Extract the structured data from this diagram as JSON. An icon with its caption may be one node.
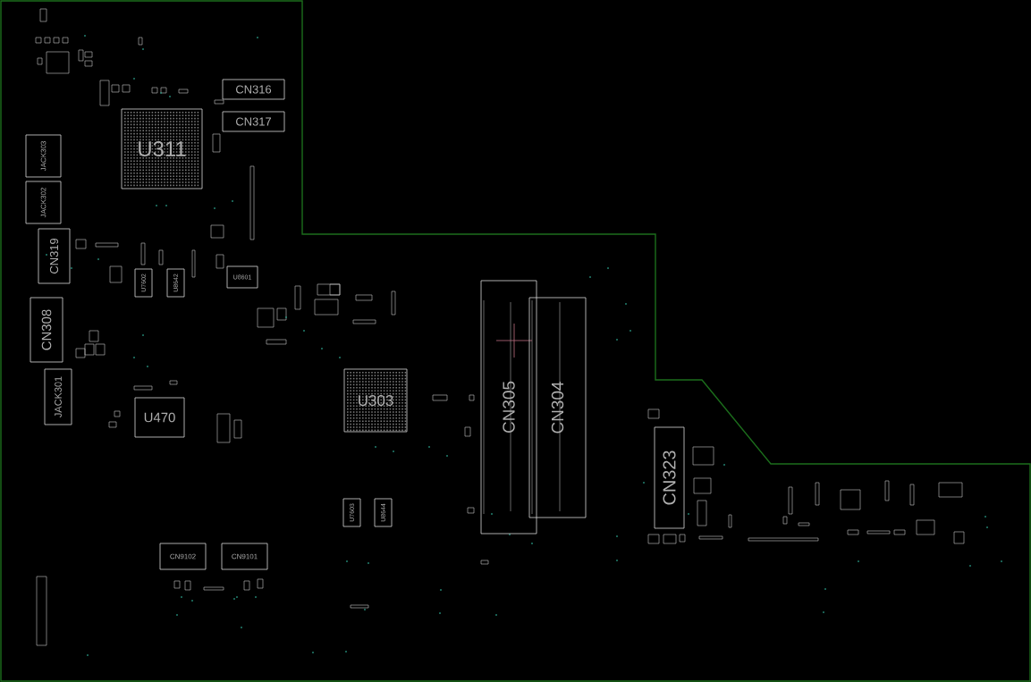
{
  "diagram": {
    "nodes": [
      {
        "text": [
          "CN316"
        ]
      },
      {
        "text": [
          "CN317"
        ]
      },
      {
        "text": [
          "U311"
        ]
      },
      {
        "text": [
          "JACK303"
        ]
      },
      {
        "text": [
          "JACK302"
        ]
      },
      {
        "text": [
          "CN319"
        ]
      },
      {
        "text": [
          "U7602"
        ]
      },
      {
        "text": [
          "U8642"
        ]
      },
      {
        "text": [
          "U8601"
        ]
      },
      {
        "text": [
          "CN308"
        ]
      },
      {
        "text": [
          "JACK301"
        ]
      },
      {
        "text": [
          "U470"
        ]
      },
      {
        "text": [
          "U303"
        ]
      },
      {
        "text": [
          "CN305"
        ]
      },
      {
        "text": [
          "CN304"
        ]
      },
      {
        "text": [
          "CN323"
        ]
      },
      {
        "text": [
          "U7603"
        ]
      },
      {
        "text": [
          "U8644"
        ]
      },
      {
        "text": [
          "CN9102"
        ]
      },
      {
        "text": [
          "CN9101"
        ]
      }
    ]
  }
}
